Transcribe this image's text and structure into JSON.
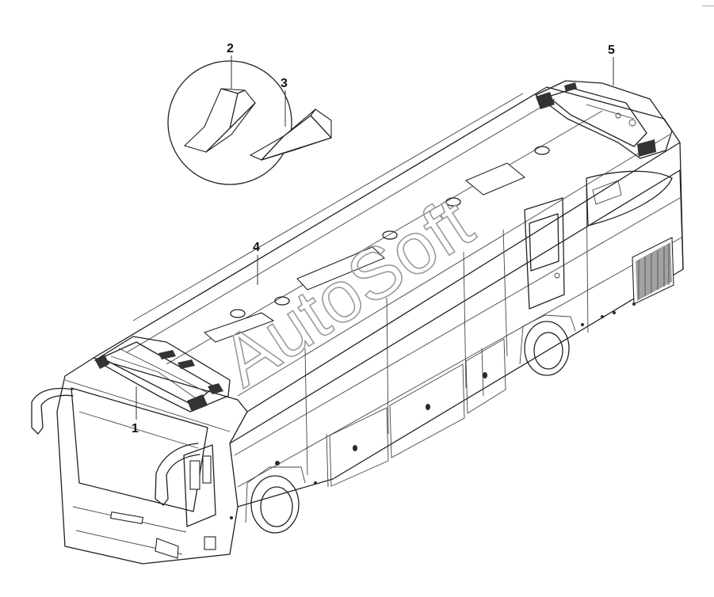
{
  "callouts": [
    {
      "id": 1,
      "text": "1"
    },
    {
      "id": 2,
      "text": "2"
    },
    {
      "id": 3,
      "text": "3"
    },
    {
      "id": 4,
      "text": "4"
    },
    {
      "id": 5,
      "text": "5"
    }
  ],
  "watermark": "AutoSoft",
  "badge_text": "——"
}
